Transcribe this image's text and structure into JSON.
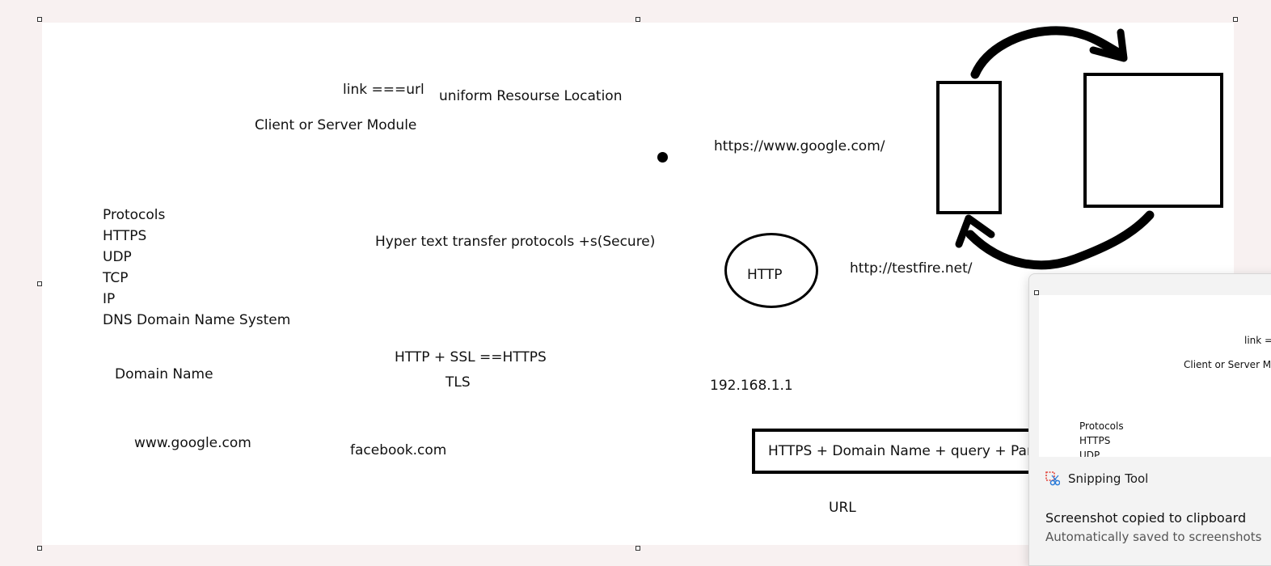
{
  "whiteboard": {
    "link_url": "link ===url",
    "uniform": "uniform Resourse Location",
    "client_server": "Client or Server Module",
    "google_https": "https://www.google.com/",
    "protocols": [
      "Protocols",
      "HTTPS",
      "UDP",
      "TCP",
      "IP",
      "DNS Domain Name System"
    ],
    "hyper_text": "Hyper text transfer protocols +s(Secure)",
    "http_ellipse_label": "HTTP",
    "testfire": "http://testfire.net/",
    "http_ssl": "HTTP + SSL ==HTTPS",
    "tls": "TLS",
    "domain_name": "Domain Name",
    "ip_address": "192.168.1.1",
    "www_google": "www.google.com",
    "facebook": "facebook.com",
    "url_formula": "HTTPS + Domain Name + query + Para",
    "url_caption": "URL"
  },
  "toast": {
    "app_name": "Snipping Tool",
    "title": "Screenshot copied to clipboard",
    "subtitle": "Automatically saved to screenshots",
    "thumbnail": {
      "link_url": "link =",
      "client_server": "Client or Server M",
      "protocols": [
        "Protocols",
        "HTTPS",
        "UDP"
      ]
    }
  },
  "colors": {
    "canvas": "#ffffff",
    "ink": "#000000",
    "background": "#f8f1f1",
    "toast_bg": "#f3f3f3",
    "snip_icon_red": "#e2453c",
    "snip_icon_blue": "#2b7bd8"
  }
}
